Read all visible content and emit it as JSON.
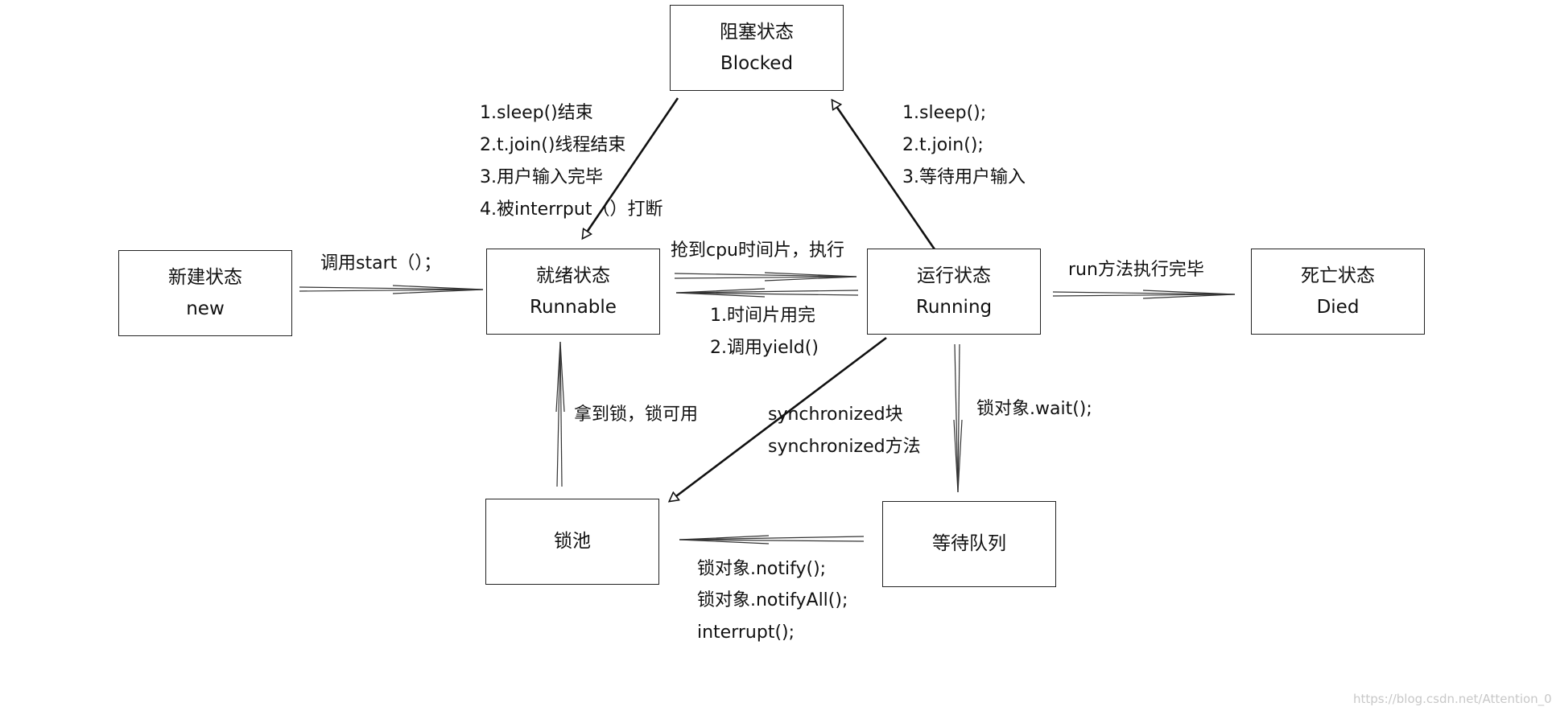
{
  "states": {
    "blocked": {
      "cn": "阻塞状态",
      "en": "Blocked"
    },
    "new": {
      "cn": "新建状态",
      "en": "new"
    },
    "runnable": {
      "cn": "就绪状态",
      "en": "Runnable"
    },
    "running": {
      "cn": "运行状态",
      "en": "Running"
    },
    "died": {
      "cn": "死亡状态",
      "en": "Died"
    },
    "lockpool": {
      "cn": "锁池"
    },
    "waitqueue": {
      "cn": "等待队列"
    }
  },
  "transitions": {
    "blocked_to_runnable": [
      "1.sleep()结束",
      "2.t.join()线程结束",
      "3.用户输入完毕",
      "4.被interrput（）打断"
    ],
    "running_to_blocked": [
      "1.sleep();",
      "2.t.join();",
      "3.等待用户输入"
    ],
    "new_to_runnable": "调用start（）；",
    "runnable_to_running": "抢到cpu时间片，执行",
    "running_to_runnable": [
      "1.时间片用完",
      "2.调用yield()"
    ],
    "running_to_died": "run方法执行完毕",
    "lockpool_to_runnable": "拿到锁，锁可用",
    "running_to_lockpool": [
      "synchronized块",
      "synchronized方法"
    ],
    "running_to_waitqueue": "锁对象.wait();",
    "waitqueue_to_lockpool": [
      "锁对象.notify();",
      "锁对象.notifyAll();",
      "interrupt();"
    ]
  },
  "watermark": "https://blog.csdn.net/Attention_0",
  "colors": {
    "stroke": "#111111",
    "text": "#111111",
    "watermark": "#c8c8c8"
  }
}
